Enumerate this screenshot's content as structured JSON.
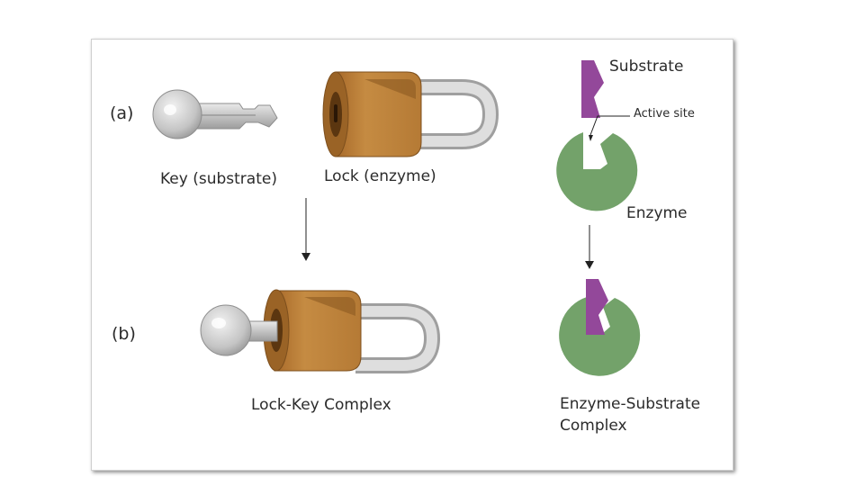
{
  "labels": {
    "part_a": "(a)",
    "part_b": "(b)",
    "key": "Key (substrate)",
    "lock": "Lock (enzyme)",
    "substrate": "Substrate",
    "active_site": "Active site",
    "enzyme": "Enzyme",
    "lock_key_complex": "Lock-Key Complex",
    "es_complex_line1": "Enzyme-Substrate",
    "es_complex_line2": "Complex"
  },
  "colors": {
    "lock_body": "#c0843c",
    "lock_shadow": "#8c5a22",
    "shackle": "#c9c9c9",
    "key_metal": "#c7c7c7",
    "enzyme_green": "#73a26a",
    "substrate_purple": "#93489a",
    "arrow": "#222222"
  }
}
